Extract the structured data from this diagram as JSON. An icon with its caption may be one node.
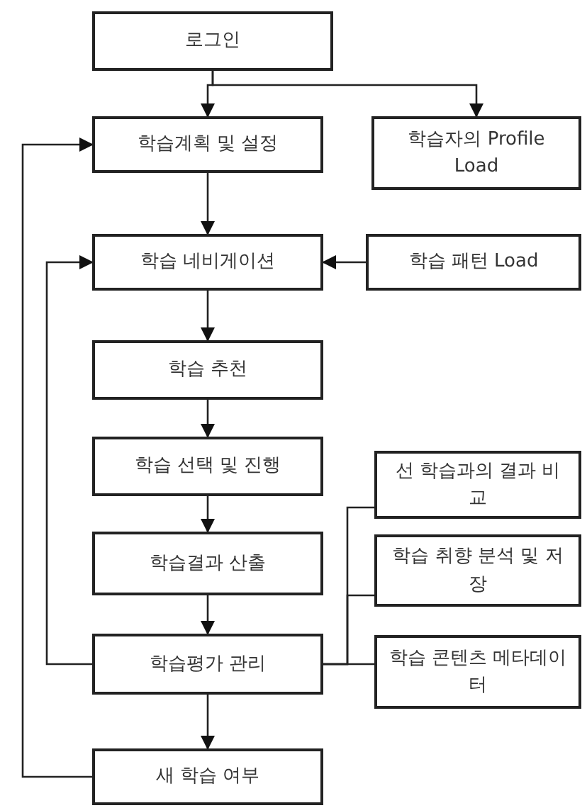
{
  "diagram": {
    "nodes": [
      {
        "text": [
          "로그인"
        ]
      },
      {
        "text": [
          "학습계획 및 설정"
        ]
      },
      {
        "text": [
          "학습자의 Profile Load"
        ]
      },
      {
        "text": [
          "학습 네비게이션"
        ]
      },
      {
        "text": [
          "학습 패턴 Load"
        ]
      },
      {
        "text": [
          "학습 추천"
        ]
      },
      {
        "text": [
          "학습 선택 및 진행"
        ]
      },
      {
        "text": [
          "학습결과 산출"
        ]
      },
      {
        "text": [
          "학습평가 관리"
        ]
      },
      {
        "text": [
          "새 학습 여부"
        ]
      },
      {
        "text": [
          "선 학습과의 결과 비교"
        ]
      },
      {
        "text": [
          "학습 취향 분석 및 저장"
        ]
      },
      {
        "text": [
          "학습 콘텐츠 메타데이터"
        ]
      }
    ],
    "edges": [
      {
        "from": 0,
        "to": 1,
        "arrow": "to"
      },
      {
        "from": 0,
        "to": 2,
        "arrow": "to"
      },
      {
        "from": 1,
        "to": 3,
        "arrow": "to"
      },
      {
        "from": 4,
        "to": 3,
        "arrow": "to"
      },
      {
        "from": 3,
        "to": 5,
        "arrow": "to"
      },
      {
        "from": 5,
        "to": 6,
        "arrow": "to"
      },
      {
        "from": 6,
        "to": 7,
        "arrow": "to"
      },
      {
        "from": 7,
        "to": 8,
        "arrow": "to"
      },
      {
        "from": 8,
        "to": 9,
        "arrow": "to"
      },
      {
        "from": 9,
        "to": 1,
        "arrow": "to"
      },
      {
        "from": 8,
        "to": 3,
        "arrow": "to"
      },
      {
        "from": 8,
        "to": 10,
        "arrow": "none"
      },
      {
        "from": 8,
        "to": 11,
        "arrow": "none"
      },
      {
        "from": 8,
        "to": 12,
        "arrow": "none"
      }
    ]
  }
}
